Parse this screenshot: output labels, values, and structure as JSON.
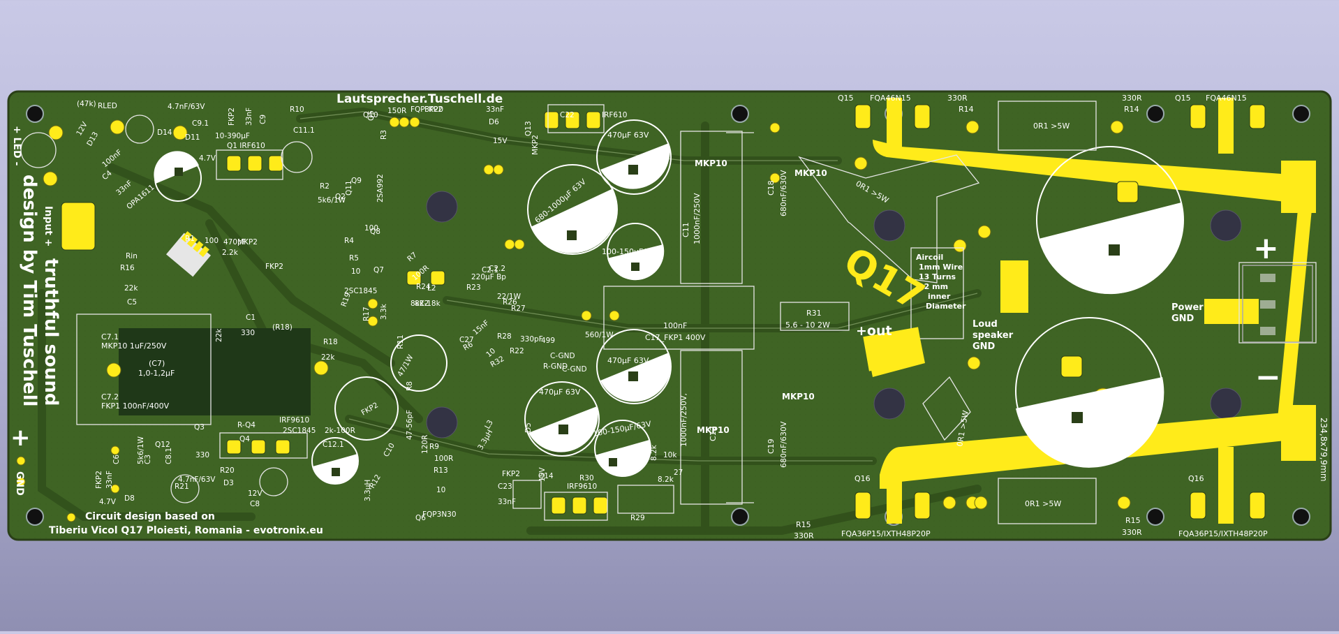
{
  "board": {
    "header_url": "Lautsprecher.Tuschell.de",
    "vertical_credit": "design by Tim Tuschell",
    "vertical_tagline": "truthful sound",
    "led_label": "+ LED -",
    "input_label": "Input +",
    "gnd_label": "GND",
    "plus_symbol": "+",
    "minus_symbol": "−",
    "dimension": "234,8x79,9mm",
    "credit_line1": "Circuit design based on",
    "credit_line2": "Tiberiu Vicol Q17  Ploiesti, Romania - evotronix.eu",
    "q17_logo": "Q17",
    "out_label": "+out",
    "loudspeaker_gnd": [
      "Loud",
      "speaker",
      "GND"
    ],
    "power_gnd": [
      "Power",
      "GND"
    ],
    "aircoil": [
      "Aircoil",
      "1mm Wire",
      "13 Turns",
      "12 mm",
      "inner",
      "Diameter"
    ],
    "mkp10": "MKP10",
    "c11": [
      "C11",
      "1000nF/250V"
    ],
    "c12": [
      "1000nF/250V,",
      "C12"
    ],
    "c17": [
      "100nF",
      "C17_FKP1 400V"
    ],
    "c18": [
      "C18",
      "680nF/630V"
    ],
    "c19": [
      "C19",
      "680nF/630V"
    ],
    "r31": [
      "R31",
      "5.6 - 10 2W"
    ],
    "or1": "0R1 >5W",
    "q15_top_left": [
      "Q15",
      "FQA46N15"
    ],
    "q15_top_right": [
      "Q15",
      "FQA46N15"
    ],
    "q16_bottom_left": [
      "Q16",
      "FQA36P15/IXTH48P20P"
    ],
    "q16_bottom_right": [
      "Q16",
      "FQA36P15/IXTH48P20P"
    ],
    "r14": [
      "R14",
      "330R"
    ],
    "r15": [
      "R15",
      "330R"
    ],
    "c24": "470µF 63V",
    "c25": "470µF 63V",
    "c26": "470µF 63V",
    "c28": "680-1000µF 63V",
    "c13": "100-150µF/63V",
    "c14": "100-150µF/63V",
    "c7_box": [
      "C7.1",
      "MKP10 1uF/250V",
      "(C7)",
      "1,0-1,2µF",
      "C7.2",
      "FKP1 100nF/400V"
    ],
    "small_labels": [
      "RLED",
      "(47k)",
      "4.7nF/63V",
      "C9.1",
      "12V",
      "D13",
      "D14",
      "D11",
      "4.7V",
      "10-390µF",
      "Q1 IRF610",
      "FKP2",
      "33nF",
      "C9",
      "C11.1",
      "R10",
      "Q10",
      "150R",
      "R3",
      "Q5",
      "FQP3P20",
      "FKP2",
      "33nF",
      "D6",
      "Q13",
      "IRF610",
      "C22",
      "15V",
      "MKP2",
      "100nF",
      "C4",
      "33nF",
      "OPA1611",
      "R1",
      "2.2k",
      "100",
      "Rin",
      "R16",
      "22k",
      "C5",
      "MKP2",
      "470pF",
      "FKP2",
      "R2",
      "5k6/1W",
      "Q2",
      "Q9",
      "Q11",
      "2SA992",
      "Q8",
      "100",
      "R4",
      "R5",
      "10",
      "Q7",
      "2SC1845",
      "R19",
      "330",
      "C1",
      "(R18)",
      "22k",
      "R18",
      "22k",
      "R17",
      "3.3k",
      "R24",
      "8k2-18k",
      "L2",
      "8K2",
      "R23",
      "220µF Bp",
      "C2.1",
      "C2.2",
      "22/1W",
      "R26",
      "R28",
      "R27",
      "560/1W",
      "330pF",
      "R22",
      "499",
      "C-GND",
      "R-GND",
      "C-GND",
      "10",
      "R32",
      "15nF",
      "C27",
      "R6",
      "R7",
      "100R",
      "R11",
      "47/1W",
      "R8",
      "120R",
      "R9",
      "100R",
      "R13",
      "Q6",
      "FQP3N30",
      "10",
      "FKP2",
      "C23",
      "33nF",
      "D5",
      "15V",
      "Q14",
      "IRF9610",
      "R30",
      "8.2k",
      "10k",
      "R29",
      "8.2k",
      "27",
      "R-Q4",
      "Q4",
      "IRF9610",
      "2SC1845",
      "Q3",
      "330",
      "R20",
      "D3",
      "12V",
      "C8",
      "C8.1",
      "4.7nF/63V",
      "5k6/1W",
      "R21",
      "D8",
      "4.7V",
      "FKP2",
      "33nF",
      "C6",
      "C3",
      "Q12",
      "C12.1",
      "2k-100R",
      "R12",
      "3.3µH",
      "C10",
      "47-56pF",
      "FKP2",
      "L3",
      "3.3µH"
    ]
  }
}
